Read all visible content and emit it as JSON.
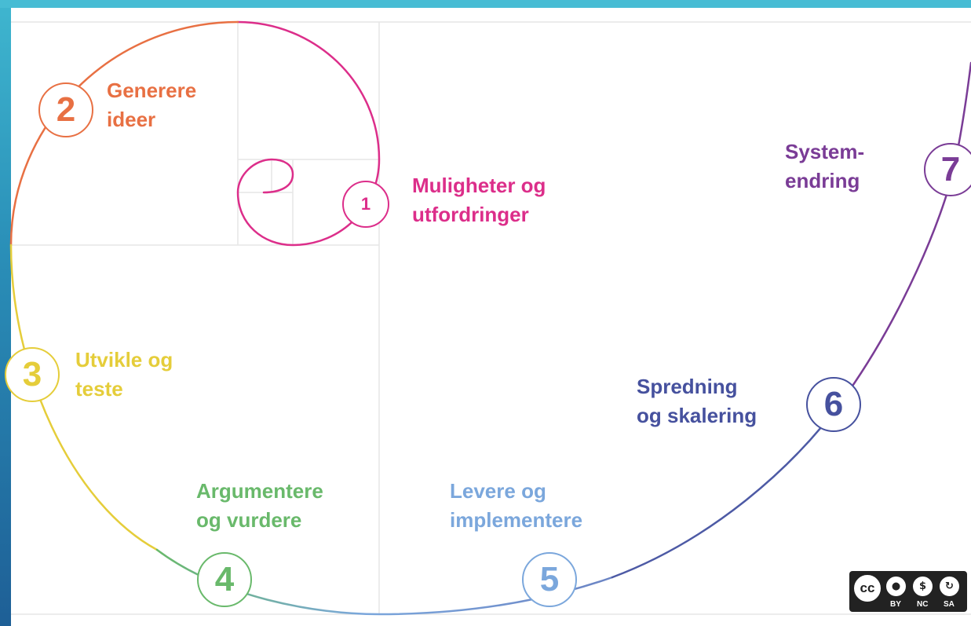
{
  "colors": {
    "step1": "#dc2e8a",
    "step2": "#e87043",
    "step3": "#e5cd3a",
    "step4": "#69b96b",
    "step5": "#7ba7dc",
    "step6": "#46519e",
    "step7": "#7a3c96",
    "grid": "#e6e6e6"
  },
  "steps": [
    {
      "number": "1",
      "label": "Muligheter og\nutfordringer",
      "color": "#dc2e8a"
    },
    {
      "number": "2",
      "label": "Generere\nideer",
      "color": "#e87043"
    },
    {
      "number": "3",
      "label": "Utvikle og\nteste",
      "color": "#e5cd3a"
    },
    {
      "number": "4",
      "label": "Argumentere\nog vurdere",
      "color": "#69b96b"
    },
    {
      "number": "5",
      "label": "Levere og\nimplementere",
      "color": "#7ba7dc"
    },
    {
      "number": "6",
      "label": "Spredning\nog skalering",
      "color": "#46519e"
    },
    {
      "number": "7",
      "label": "System-\nendring",
      "color": "#7a3c96"
    }
  ],
  "license": {
    "badge": "cc",
    "icons": [
      "by-icon",
      "nc-icon",
      "sa-icon"
    ],
    "terms": [
      "BY",
      "NC",
      "SA"
    ]
  }
}
